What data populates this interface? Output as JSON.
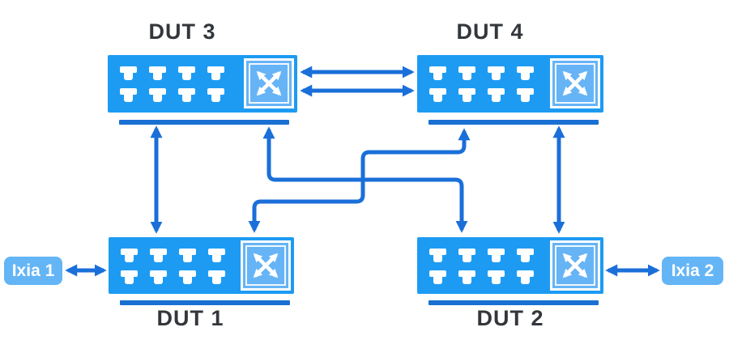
{
  "diagram": {
    "kind": "network-test-topology",
    "devices": [
      {
        "id": "dut3",
        "label": "DUT 3",
        "label_position": "top",
        "icons": [
          "port-icon",
          "crossbar-switch-icon"
        ],
        "port_count": 8
      },
      {
        "id": "dut4",
        "label": "DUT 4",
        "label_position": "top",
        "icons": [
          "port-icon",
          "crossbar-switch-icon"
        ],
        "port_count": 8
      },
      {
        "id": "dut1",
        "label": "DUT 1",
        "label_position": "bottom",
        "icons": [
          "port-icon",
          "crossbar-switch-icon"
        ],
        "port_count": 8
      },
      {
        "id": "dut2",
        "label": "DUT 2",
        "label_position": "bottom",
        "icons": [
          "port-icon",
          "crossbar-switch-icon"
        ],
        "port_count": 8
      }
    ],
    "endpoints": [
      {
        "id": "ixia1",
        "label": "Ixia 1"
      },
      {
        "id": "ixia2",
        "label": "Ixia 2"
      }
    ],
    "switch_icon": {
      "port_rows": 2,
      "port_cols": 4
    },
    "connections": [
      {
        "from": "DUT 3",
        "to": "DUT 4",
        "bidirectional": true,
        "links": 2,
        "shape": "straight-horizontal"
      },
      {
        "from": "DUT 3",
        "to": "DUT 1",
        "bidirectional": true,
        "links": 1,
        "shape": "straight-vertical"
      },
      {
        "from": "DUT 4",
        "to": "DUT 2",
        "bidirectional": true,
        "links": 1,
        "shape": "straight-vertical"
      },
      {
        "from": "DUT 3",
        "to": "DUT 2",
        "bidirectional": true,
        "links": 1,
        "shape": "crossing-elbow"
      },
      {
        "from": "DUT 4",
        "to": "DUT 1",
        "bidirectional": true,
        "links": 1,
        "shape": "crossing-elbow"
      },
      {
        "from": "Ixia 1",
        "to": "DUT 1",
        "bidirectional": true,
        "links": 1,
        "shape": "straight-horizontal"
      },
      {
        "from": "Ixia 2",
        "to": "DUT 2",
        "bidirectional": true,
        "links": 1,
        "shape": "straight-horizontal"
      }
    ]
  },
  "colors": {
    "switch_fill": "#1D9BF3",
    "link": "#1A6FD9",
    "bar": "#1A70D2",
    "icon_fill": "#66B4F6",
    "endpoint_fill": "#64B5F6",
    "label_text": "#33373C",
    "port": "#FFFFFF"
  }
}
